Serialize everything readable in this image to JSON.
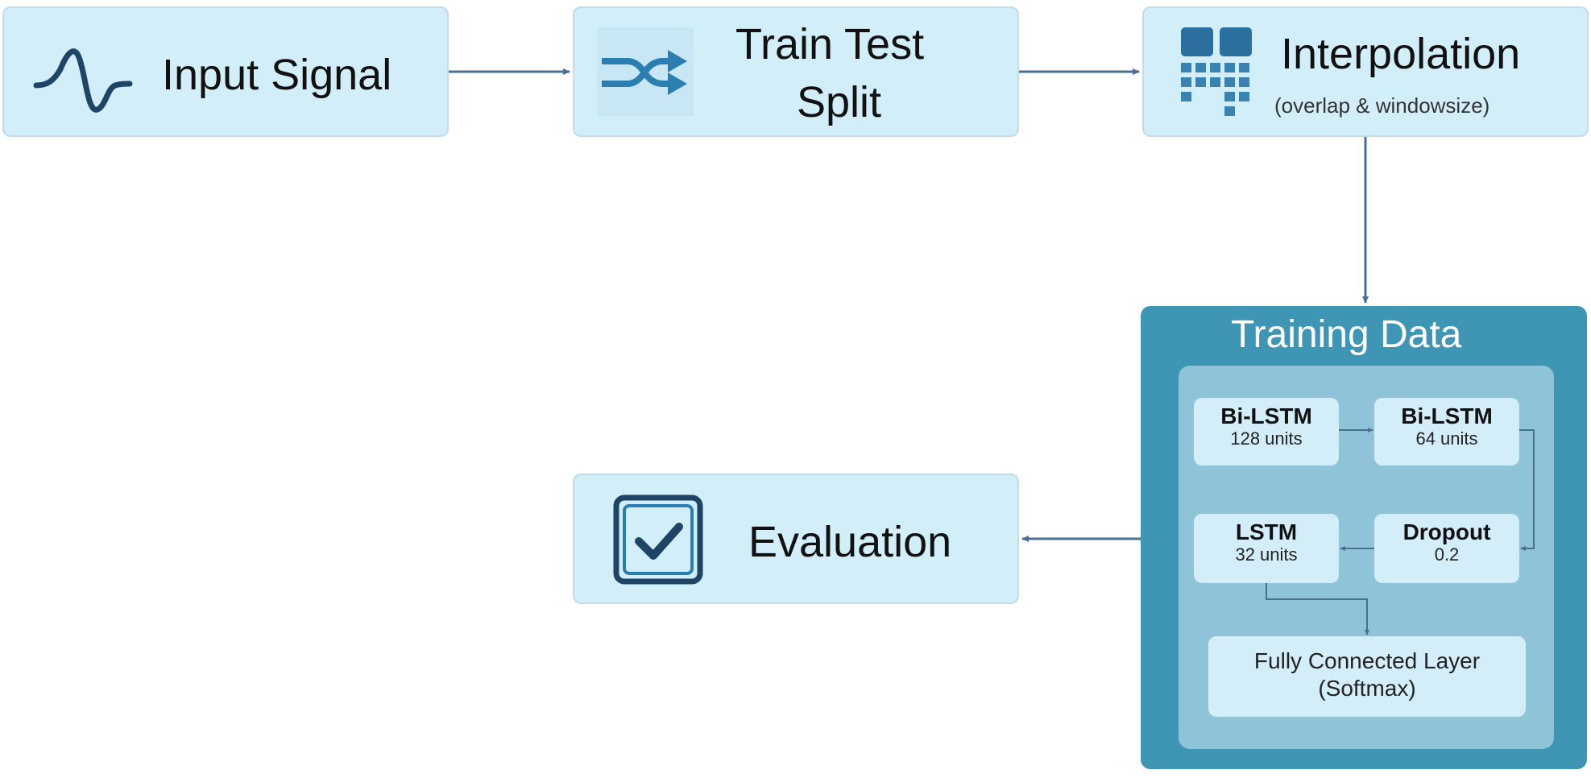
{
  "nodes": {
    "input_signal": {
      "label": "Input Signal",
      "icon": "waveform-icon"
    },
    "train_test_split": {
      "label_line1": "Train Test",
      "label_line2": "Split",
      "icon": "shuffle-split-icon"
    },
    "interpolation": {
      "label": "Interpolation",
      "sublabel": "(overlap & windowsize)",
      "icon": "grid-blocks-icon"
    },
    "evaluation": {
      "label": "Evaluation",
      "icon": "checkbox-icon"
    }
  },
  "training": {
    "title": "Training Data",
    "layers": [
      {
        "name": "Bi-LSTM",
        "detail": "128 units"
      },
      {
        "name": "Bi-LSTM",
        "detail": "64 units"
      },
      {
        "name": "Dropout",
        "detail": "0.2"
      },
      {
        "name": "LSTM",
        "detail": "32 units"
      }
    ],
    "output_layer": {
      "line1": "Fully Connected Layer",
      "line2": "(Softmax)"
    }
  },
  "colors": {
    "node_fill": "#d2eef8",
    "node_border": "#c3dde8",
    "panel_dark": "#3e96b4",
    "panel_inner": "#8ec3d8",
    "icon_dark": "#1e4466",
    "icon_blue": "#2b7fb0",
    "arrow": "#4a6f92"
  }
}
